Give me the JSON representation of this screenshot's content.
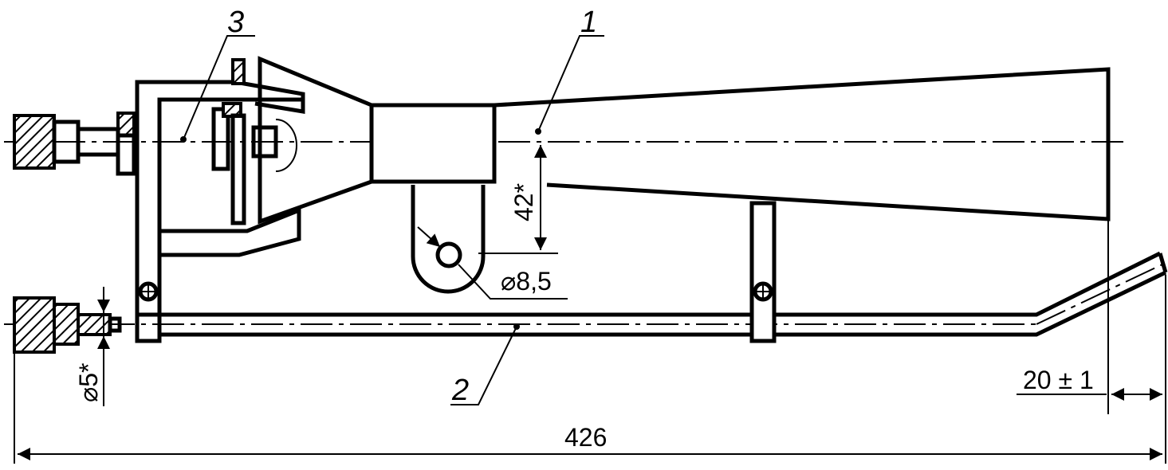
{
  "callouts": {
    "part1": "1",
    "part2": "2",
    "part3": "3"
  },
  "dimensions": {
    "overall_length": "426",
    "offset_height": "42*",
    "hole_diameter": "⌀8,5",
    "tube_diameter": "⌀5*",
    "tip_offset": "20 ± 1"
  }
}
